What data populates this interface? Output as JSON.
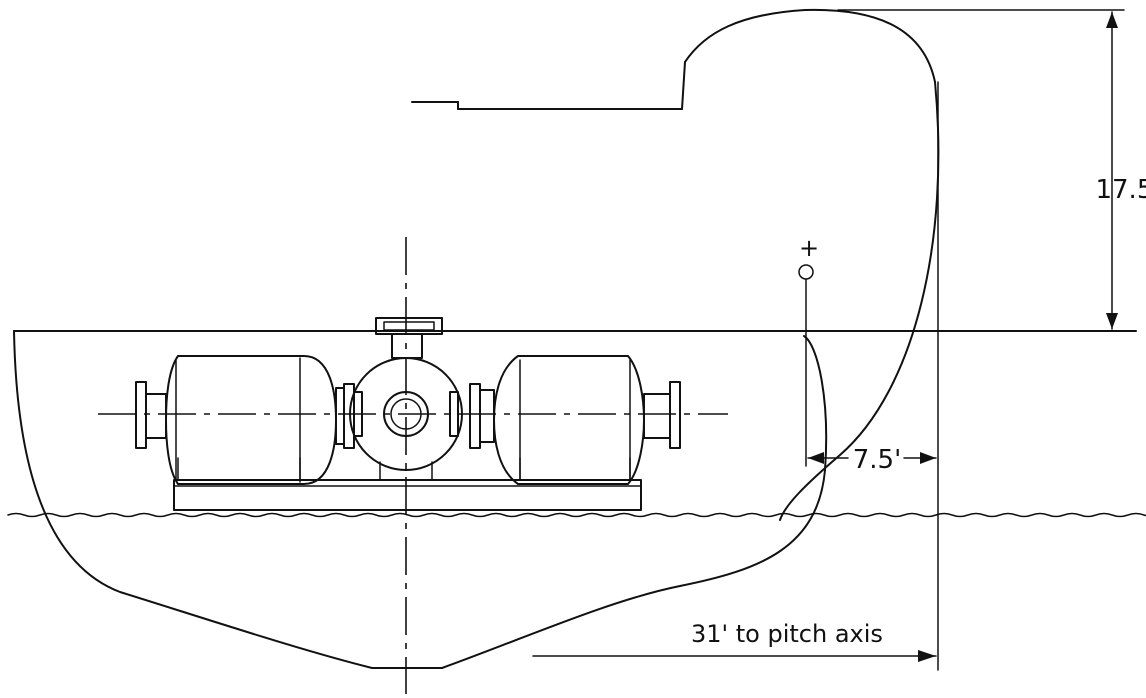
{
  "diagram": {
    "dimensions": {
      "height_label": "17.5'",
      "offset_label": "7.5'",
      "pitch_label": "31' to pitch axis"
    },
    "marker_symbol": "+"
  }
}
